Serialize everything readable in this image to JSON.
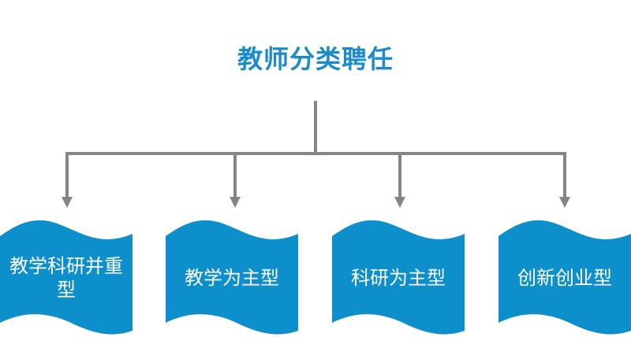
{
  "title": "教师分类聘任",
  "colors": {
    "accent": "#1b8cc8",
    "box": "#0c8fca",
    "connector": "#858585"
  },
  "boxes": [
    {
      "label": "教学科研并重型"
    },
    {
      "label": "教学为主型"
    },
    {
      "label": "科研为主型"
    },
    {
      "label": "创新创业型"
    }
  ]
}
